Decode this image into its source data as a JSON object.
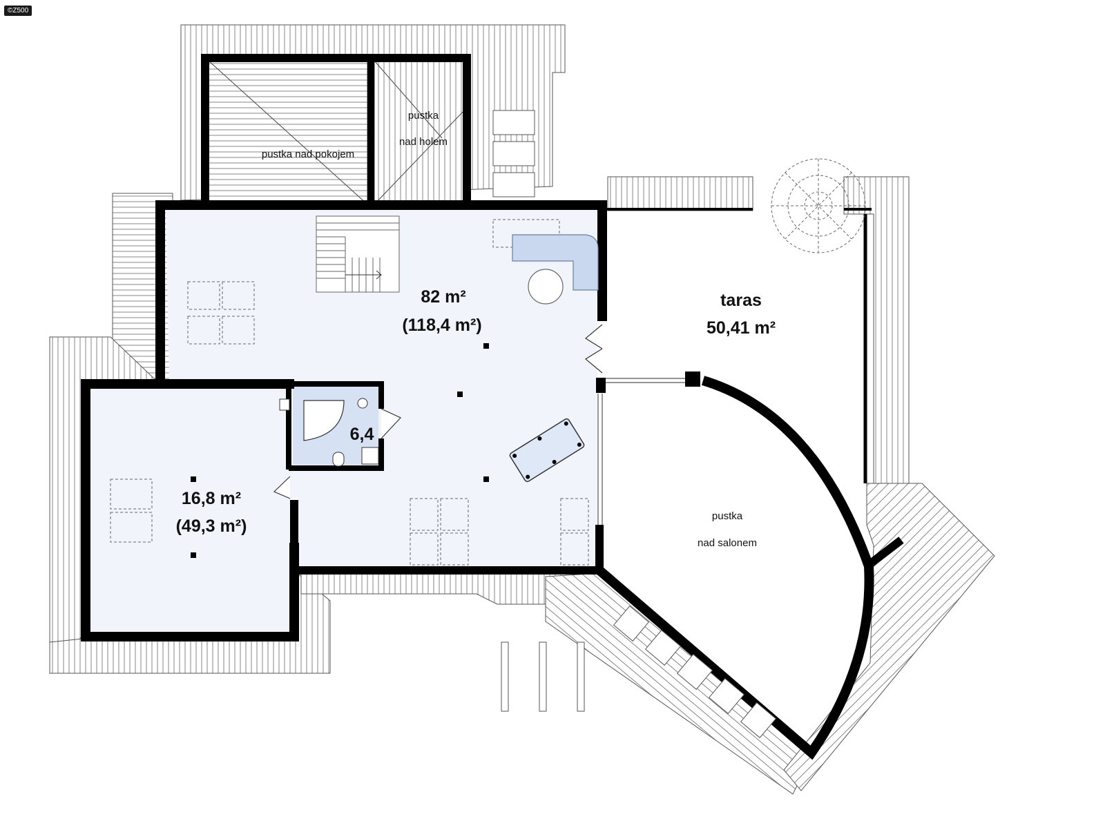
{
  "watermark": "©Z500",
  "rooms": {
    "main": {
      "area": "82 m²",
      "gross": "(118,4 m²)"
    },
    "bathroom": {
      "area": "6,4"
    },
    "left_room": {
      "area": "16,8 m²",
      "gross": "(49,3 m²)"
    },
    "terrace": {
      "name": "taras",
      "area": "50,41 m²"
    }
  },
  "voids": {
    "over_room": "pustka nad pokojem",
    "over_hall_1": "pustka",
    "over_hall_2": "nad holem",
    "over_living_1": "pustka",
    "over_living_2": "nad salonem"
  },
  "colors": {
    "wall": "#000000",
    "floor": "#f1f4fb",
    "bath_floor": "#d6e2f4",
    "furniture": "#c9d8ee",
    "roof_line": "#555555"
  }
}
